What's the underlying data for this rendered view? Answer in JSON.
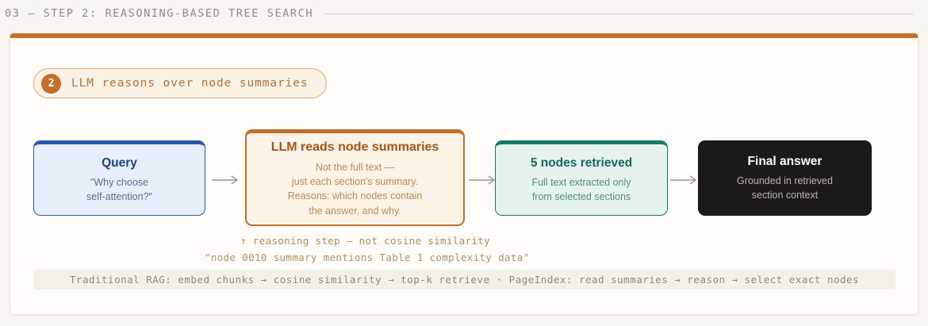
{
  "header": {
    "title": "03 — STEP 2: REASONING-BASED TREE SEARCH"
  },
  "badge": {
    "number": "2",
    "label": "LLM reasons over node summaries"
  },
  "flow": {
    "nodes": [
      {
        "id": "query",
        "title": "Query",
        "sub_line1": "\"Why choose",
        "sub_line2": "self-attention?\"",
        "accent": "#2e57a8"
      },
      {
        "id": "llm-reads-node-summaries",
        "title": "LLM reads node summaries",
        "sub_line1": "Not the full text —",
        "sub_line2": "just each section's summary.",
        "sub_line3": "Reasons: which nodes contain",
        "sub_line4": "the answer, and why.",
        "accent": "#bf6f2c"
      },
      {
        "id": "nodes-retrieved",
        "title": "5 nodes retrieved",
        "sub_line1": "Full text extracted only",
        "sub_line2": "from selected sections",
        "accent": "#17796a"
      },
      {
        "id": "final-answer",
        "title": "Final answer",
        "sub_line1": "Grounded in retrieved",
        "sub_line2": "section context",
        "accent": "#1b1a18"
      }
    ]
  },
  "annotation": {
    "line1": "↑ reasoning step — not cosine similarity",
    "line2": "\"node 0010 summary mentions Table 1 complexity data\""
  },
  "footer": {
    "text": "Traditional RAG: embed chunks → cosine similarity → top-k retrieve · PageIndex: read summaries → reason → select exact nodes"
  }
}
